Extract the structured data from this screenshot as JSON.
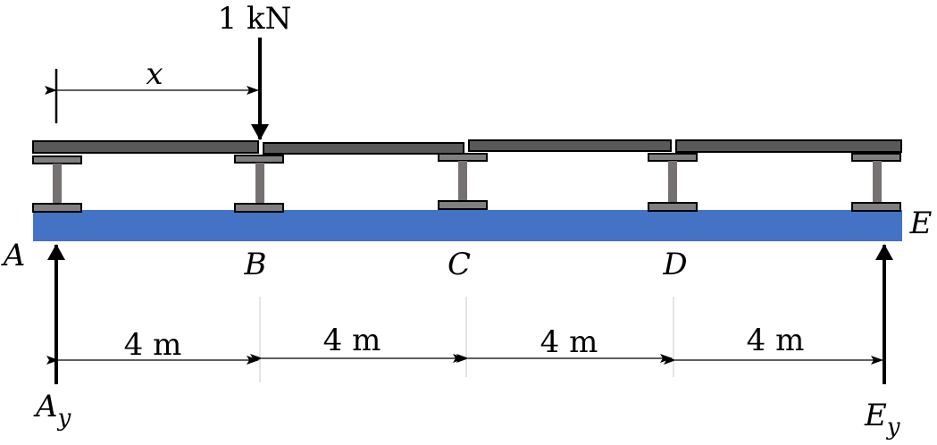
{
  "load": {
    "label": "1 kN"
  },
  "position_variable": {
    "label": "x"
  },
  "points": [
    {
      "id": "A",
      "label": "A"
    },
    {
      "id": "B",
      "label": "B"
    },
    {
      "id": "C",
      "label": "C"
    },
    {
      "id": "D",
      "label": "D"
    },
    {
      "id": "E",
      "label": "E"
    }
  ],
  "spans": [
    {
      "label": "4 m"
    },
    {
      "label": "4 m"
    },
    {
      "label": "4 m"
    },
    {
      "label": "4 m"
    }
  ],
  "reactions": [
    {
      "base": "A",
      "sub": "y"
    },
    {
      "base": "E",
      "sub": "y"
    }
  ],
  "colors": {
    "girder": "#4472c4",
    "deck": "#595959",
    "stringer_web": "#767171",
    "stringer_flange": "#7f7f7f",
    "outline": "#000000"
  }
}
